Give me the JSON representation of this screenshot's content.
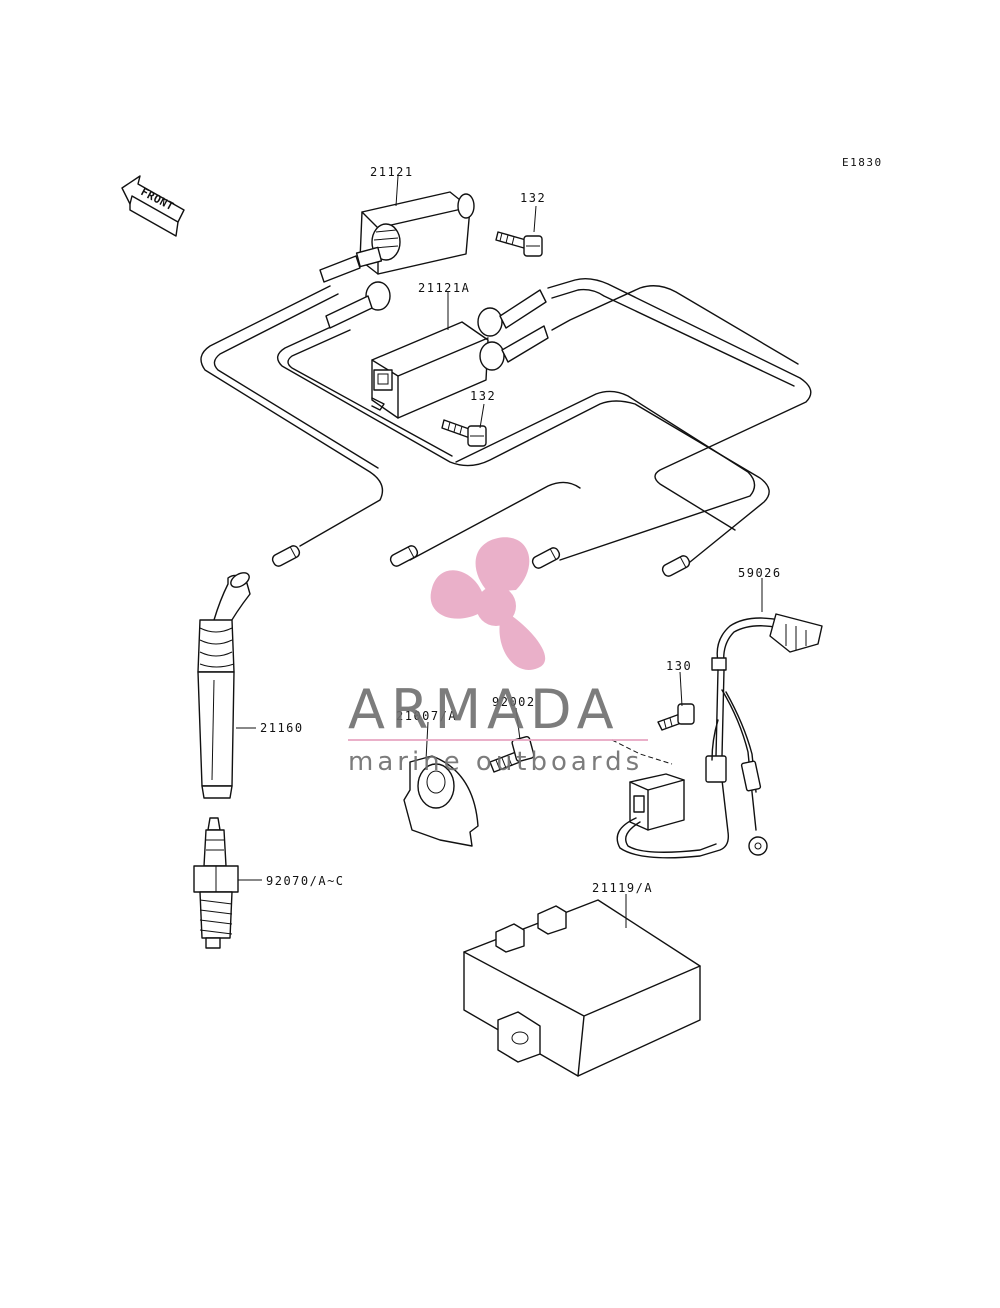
{
  "diagram_code": "E1830",
  "front_label": "FRONT",
  "parts": {
    "ignition_coil": "21121",
    "ignition_coil_alt": "21121A",
    "bolt_upper": "132",
    "bolt_lower": "132",
    "bolt_pickup": "130",
    "screw": "92002",
    "wiring_harness": "59026",
    "spark_plug_cap": "21160",
    "rotor_plate": "21007/A",
    "spark_plug": "92070/A~C",
    "igniter_unit": "21119/A"
  },
  "watermark": {
    "brand": "ARMADA",
    "tagline": "marine outboards",
    "accent_color": "#e8a8c4",
    "text_color": "#6e6e6e"
  }
}
